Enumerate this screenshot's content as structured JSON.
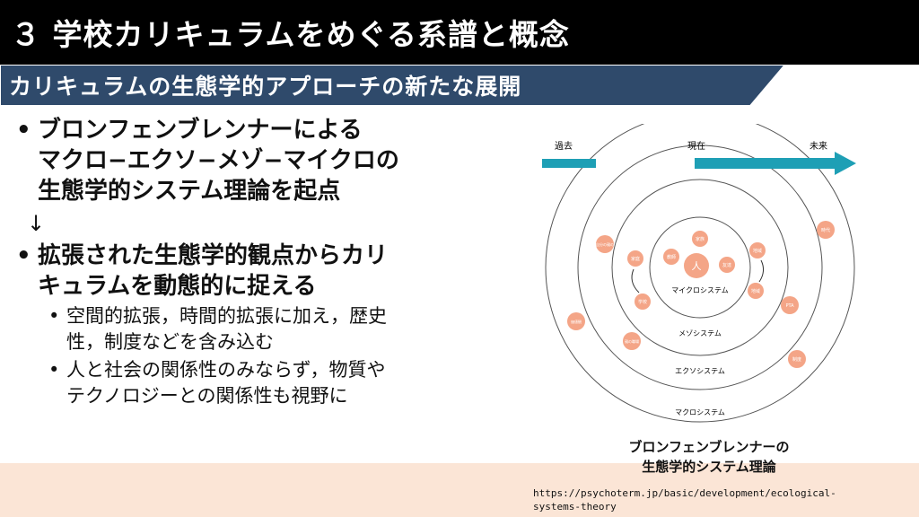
{
  "title": "３ 学校カリキュラムをめぐる系譜と概念",
  "subtitle": "カリキュラムの生態学的アプローチの新たな展開",
  "colors": {
    "title_bg": "#000000",
    "banner": "#2f4a6b",
    "banner_edge": "#ffffff",
    "accent_band": "#fbe5d6",
    "node": "#f4a587",
    "time_arrow": "#1e9fb5"
  },
  "bullets": {
    "b1_lines": [
      "ブロンフェンブレンナーによる",
      "マクロ−エクソ−メゾ−マイクロの",
      "生態学的システム理論を起点"
    ],
    "arrow": "↓",
    "b2_lines": [
      "拡張された生態学的観点からカリ",
      "キュラムを動態的に捉える"
    ],
    "sub1_lines": [
      "空間的拡張，時間的拡張に加え，歴史",
      "性，制度などを含み込む"
    ],
    "sub2_lines": [
      "人と社会の関係性のみならず，物質や",
      "テクノロジーとの関係性も視野に"
    ],
    "dot": "•"
  },
  "diagram": {
    "past": "過去",
    "present": "現在",
    "future": "未来",
    "center": "人",
    "micro_label": "マイクロシステム",
    "meso_label": "メゾシステム",
    "exo_label": "エクソシステム",
    "macro_label": "マクロシステム",
    "nodes": {
      "family": "家族",
      "teacher": "教師",
      "friends": "友達",
      "school": "学校",
      "home": "家庭",
      "region": "地域",
      "pta": "PTA",
      "parent_work": "親の職場",
      "sibling_school": "自分の親の",
      "culture": "価値観",
      "era": "時代",
      "system": "制度"
    }
  },
  "caption_lines": [
    "ブロンフェンブレンナーの",
    "生態学的システム理論"
  ],
  "url_lines": [
    "https://psychoterm.jp/basic/development/ecological-",
    "systems-theory"
  ]
}
